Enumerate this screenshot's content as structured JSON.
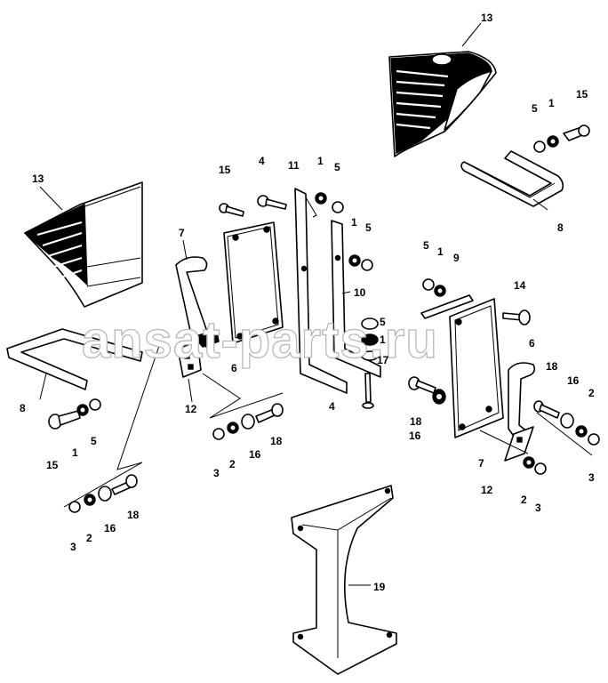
{
  "watermark": "ansat-parts.ru",
  "callouts": [
    {
      "label": "13"
    },
    {
      "label": "5"
    },
    {
      "label": "1"
    },
    {
      "label": "15"
    },
    {
      "label": "8"
    },
    {
      "label": "15"
    },
    {
      "label": "4"
    },
    {
      "label": "11"
    },
    {
      "label": "1"
    },
    {
      "label": "5"
    },
    {
      "label": "1"
    },
    {
      "label": "5"
    },
    {
      "label": "13"
    },
    {
      "label": "7"
    },
    {
      "label": "5"
    },
    {
      "label": "1"
    },
    {
      "label": "9"
    },
    {
      "label": "10"
    },
    {
      "label": "14"
    },
    {
      "label": "5"
    },
    {
      "label": "1"
    },
    {
      "label": "6"
    },
    {
      "label": "17"
    },
    {
      "label": "6"
    },
    {
      "label": "8"
    },
    {
      "label": "12"
    },
    {
      "label": "4"
    },
    {
      "label": "18"
    },
    {
      "label": "16"
    },
    {
      "label": "2"
    },
    {
      "label": "18"
    },
    {
      "label": "5"
    },
    {
      "label": "15"
    },
    {
      "label": "1"
    },
    {
      "label": "3"
    },
    {
      "label": "2"
    },
    {
      "label": "16"
    },
    {
      "label": "18"
    },
    {
      "label": "16"
    },
    {
      "label": "3"
    },
    {
      "label": "7"
    },
    {
      "label": "12"
    },
    {
      "label": "2"
    },
    {
      "label": "3"
    },
    {
      "label": "3"
    },
    {
      "label": "2"
    },
    {
      "label": "16"
    },
    {
      "label": "18"
    },
    {
      "label": "19"
    }
  ]
}
